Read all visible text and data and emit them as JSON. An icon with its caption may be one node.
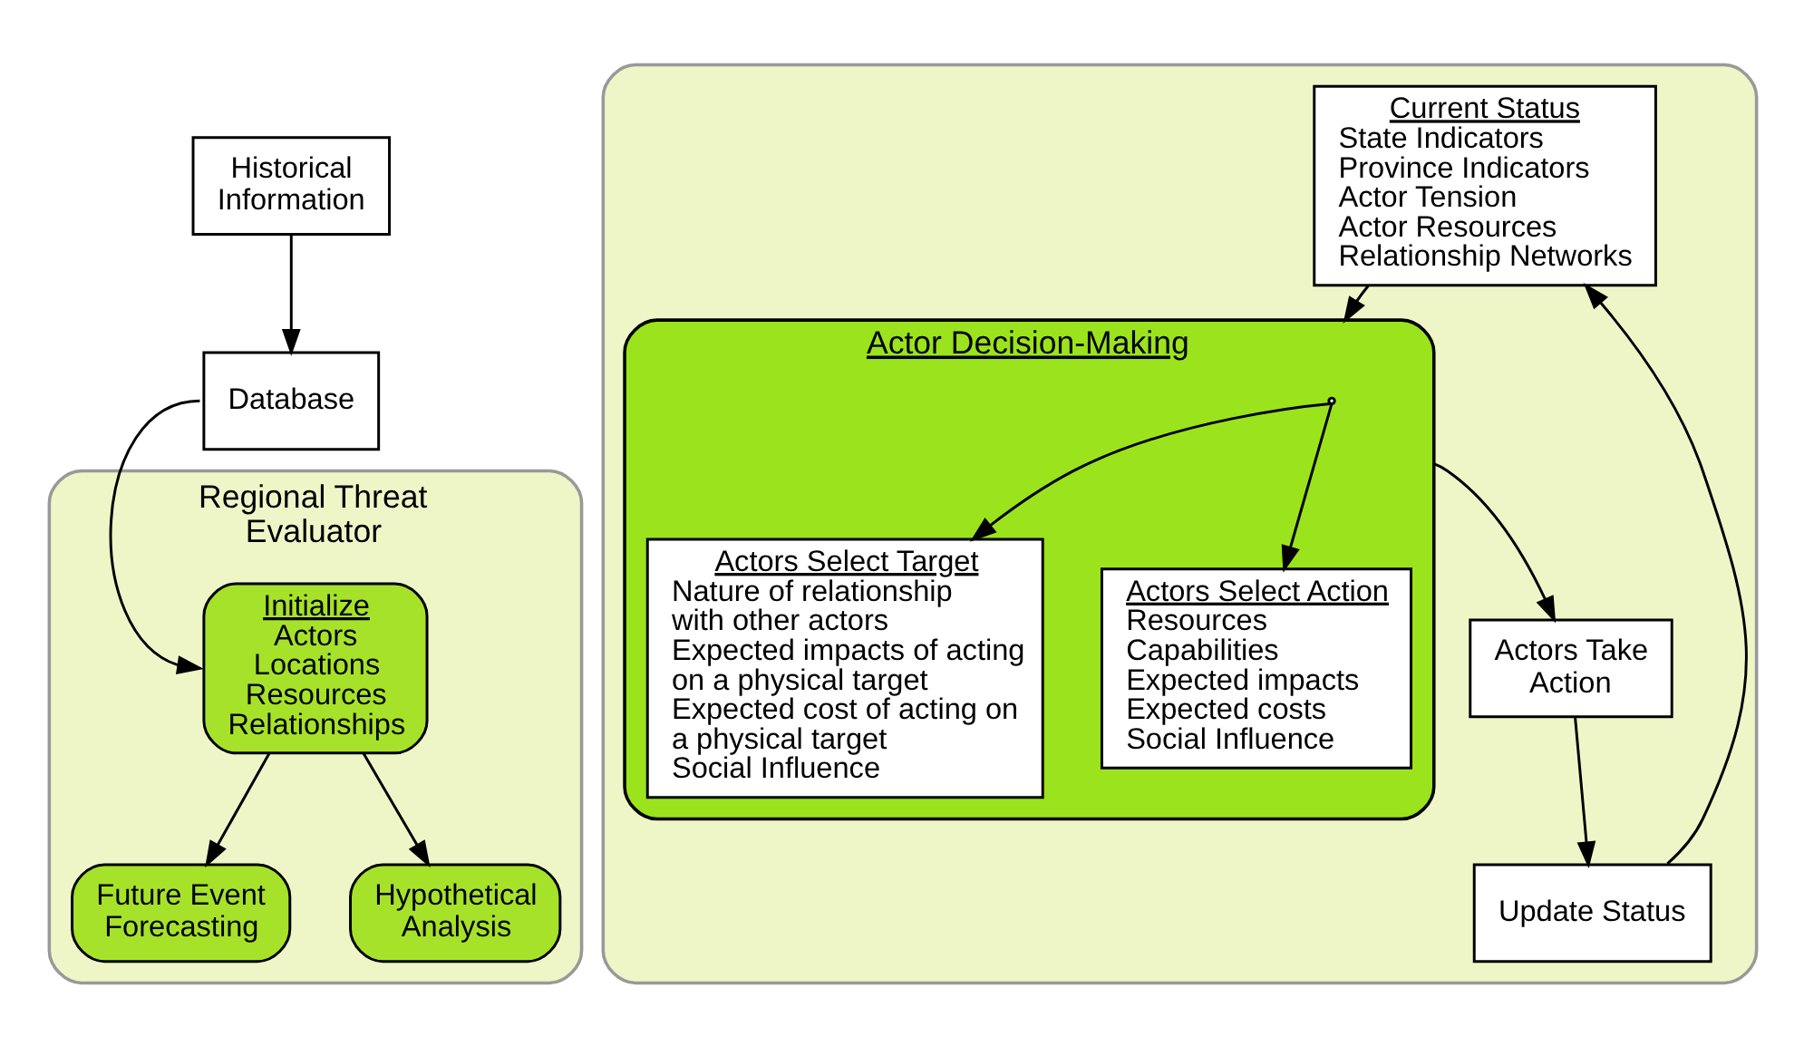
{
  "diagram": {
    "nodes": [
      {
        "text": [
          "Historical Information"
        ]
      },
      {
        "text": [
          "Database"
        ]
      },
      {
        "text": [
          "Regional Threat Evaluator"
        ]
      },
      {
        "text": [
          "Initialize",
          "Actors Locations Resources Relationships"
        ],
        "in": 2
      },
      {
        "text": [
          "Future Event Forecasting"
        ],
        "in": 2
      },
      {
        "text": [
          "Hypothetical Analysis"
        ],
        "in": 2
      },
      {
        "text": [],
        "shape": "box"
      },
      {
        "text": [
          "Current Status",
          "State Indicators",
          "Province Indicators",
          "Actor Tension",
          "Actor Resources",
          "Relationship Networks"
        ],
        "in": 6
      },
      {
        "text": [
          "Actor Decision-Making"
        ],
        "in": 6
      },
      {
        "text": [
          "Actors Select Target",
          "Nature of relationship with other actors",
          "Expected impacts of acting on a physical target",
          "Expected cost of acting on a physical target",
          "Social Influence"
        ],
        "in": 8
      },
      {
        "text": [
          "Actors Select Action",
          "Resources",
          "Capabilities",
          "Expected impacts",
          "Expected costs",
          "Social Influence"
        ],
        "in": 8
      },
      {
        "text": [
          "Update Status"
        ],
        "in": 6
      },
      {
        "text": [
          "Actors Take Action"
        ],
        "in": 6
      }
    ],
    "edges": [
      {
        "from": 0,
        "to": 1,
        "arrow": "to"
      },
      {
        "from": 1,
        "to": 3,
        "arrow": "to"
      },
      {
        "from": 3,
        "to": 4,
        "arrow": "to"
      },
      {
        "from": 3,
        "to": 5,
        "arrow": "to"
      },
      {
        "from": 7,
        "to": 8,
        "arrow": "to"
      },
      {
        "from": 8,
        "to": 9,
        "arrow": "to"
      },
      {
        "from": 8,
        "to": 10,
        "arrow": "to"
      },
      {
        "from": 8,
        "to": 12,
        "arrow": "to"
      },
      {
        "from": 12,
        "to": 11,
        "arrow": "to"
      },
      {
        "from": 11,
        "to": 7,
        "arrow": "to"
      }
    ]
  }
}
